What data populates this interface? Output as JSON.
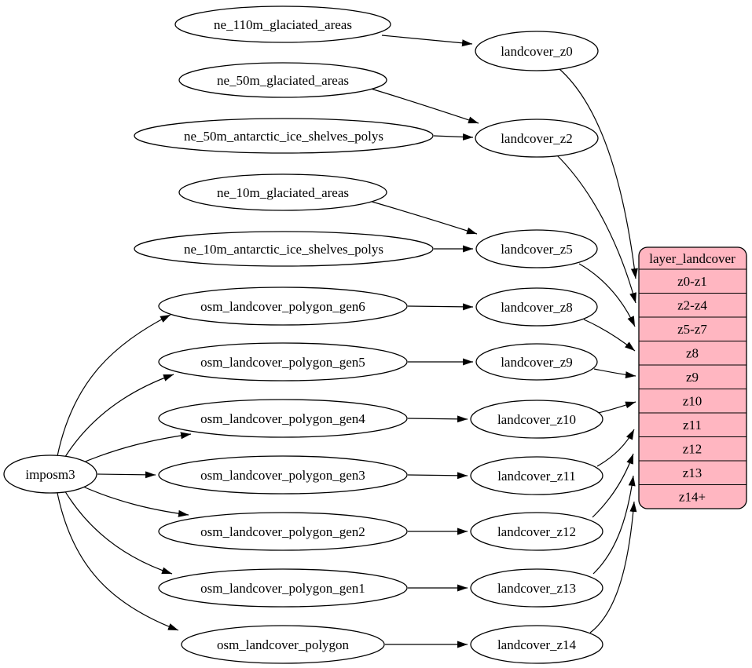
{
  "diagram_type": "dependency-graph",
  "colors": {
    "background": "#ffffff",
    "node_fill": "#ffffff",
    "node_stroke": "#000000",
    "edge_color": "#000000",
    "record_fill": "#ffb6c1"
  },
  "nodes": {
    "imposm3": {
      "label": "imposm3"
    },
    "ne_110m_glaciated_areas": {
      "label": "ne_110m_glaciated_areas"
    },
    "ne_50m_glaciated_areas": {
      "label": "ne_50m_glaciated_areas"
    },
    "ne_50m_antarctic_ice_shelves_polys": {
      "label": "ne_50m_antarctic_ice_shelves_polys"
    },
    "ne_10m_glaciated_areas": {
      "label": "ne_10m_glaciated_areas"
    },
    "ne_10m_antarctic_ice_shelves_polys": {
      "label": "ne_10m_antarctic_ice_shelves_polys"
    },
    "osm_landcover_polygon_gen6": {
      "label": "osm_landcover_polygon_gen6"
    },
    "osm_landcover_polygon_gen5": {
      "label": "osm_landcover_polygon_gen5"
    },
    "osm_landcover_polygon_gen4": {
      "label": "osm_landcover_polygon_gen4"
    },
    "osm_landcover_polygon_gen3": {
      "label": "osm_landcover_polygon_gen3"
    },
    "osm_landcover_polygon_gen2": {
      "label": "osm_landcover_polygon_gen2"
    },
    "osm_landcover_polygon_gen1": {
      "label": "osm_landcover_polygon_gen1"
    },
    "osm_landcover_polygon": {
      "label": "osm_landcover_polygon"
    },
    "landcover_z0": {
      "label": "landcover_z0"
    },
    "landcover_z2": {
      "label": "landcover_z2"
    },
    "landcover_z5": {
      "label": "landcover_z5"
    },
    "landcover_z8": {
      "label": "landcover_z8"
    },
    "landcover_z9": {
      "label": "landcover_z9"
    },
    "landcover_z10": {
      "label": "landcover_z10"
    },
    "landcover_z11": {
      "label": "landcover_z11"
    },
    "landcover_z12": {
      "label": "landcover_z12"
    },
    "landcover_z13": {
      "label": "landcover_z13"
    },
    "landcover_z14": {
      "label": "landcover_z14"
    }
  },
  "record": {
    "title": "layer_landcover",
    "rows": [
      "z0-z1",
      "z2-z4",
      "z5-z7",
      "z8",
      "z9",
      "z10",
      "z11",
      "z12",
      "z13",
      "z14+"
    ]
  },
  "edges": [
    {
      "from": "ne_110m_glaciated_areas",
      "to": "landcover_z0"
    },
    {
      "from": "ne_50m_glaciated_areas",
      "to": "landcover_z2"
    },
    {
      "from": "ne_50m_antarctic_ice_shelves_polys",
      "to": "landcover_z2"
    },
    {
      "from": "ne_10m_glaciated_areas",
      "to": "landcover_z5"
    },
    {
      "from": "ne_10m_antarctic_ice_shelves_polys",
      "to": "landcover_z5"
    },
    {
      "from": "osm_landcover_polygon_gen6",
      "to": "landcover_z8"
    },
    {
      "from": "osm_landcover_polygon_gen5",
      "to": "landcover_z9"
    },
    {
      "from": "osm_landcover_polygon_gen4",
      "to": "landcover_z10"
    },
    {
      "from": "osm_landcover_polygon_gen3",
      "to": "landcover_z11"
    },
    {
      "from": "osm_landcover_polygon_gen2",
      "to": "landcover_z12"
    },
    {
      "from": "osm_landcover_polygon_gen1",
      "to": "landcover_z13"
    },
    {
      "from": "osm_landcover_polygon",
      "to": "landcover_z14"
    },
    {
      "from": "imposm3",
      "to": "osm_landcover_polygon_gen6"
    },
    {
      "from": "imposm3",
      "to": "osm_landcover_polygon_gen5"
    },
    {
      "from": "imposm3",
      "to": "osm_landcover_polygon_gen4"
    },
    {
      "from": "imposm3",
      "to": "osm_landcover_polygon_gen3"
    },
    {
      "from": "imposm3",
      "to": "osm_landcover_polygon_gen2"
    },
    {
      "from": "imposm3",
      "to": "osm_landcover_polygon_gen1"
    },
    {
      "from": "imposm3",
      "to": "osm_landcover_polygon"
    },
    {
      "from": "landcover_z0",
      "to": "layer_landcover:z0-z1"
    },
    {
      "from": "landcover_z2",
      "to": "layer_landcover:z2-z4"
    },
    {
      "from": "landcover_z5",
      "to": "layer_landcover:z5-z7"
    },
    {
      "from": "landcover_z8",
      "to": "layer_landcover:z8"
    },
    {
      "from": "landcover_z9",
      "to": "layer_landcover:z9"
    },
    {
      "from": "landcover_z10",
      "to": "layer_landcover:z10"
    },
    {
      "from": "landcover_z11",
      "to": "layer_landcover:z11"
    },
    {
      "from": "landcover_z12",
      "to": "layer_landcover:z12"
    },
    {
      "from": "landcover_z13",
      "to": "layer_landcover:z13"
    },
    {
      "from": "landcover_z14",
      "to": "layer_landcover:z14+"
    }
  ]
}
